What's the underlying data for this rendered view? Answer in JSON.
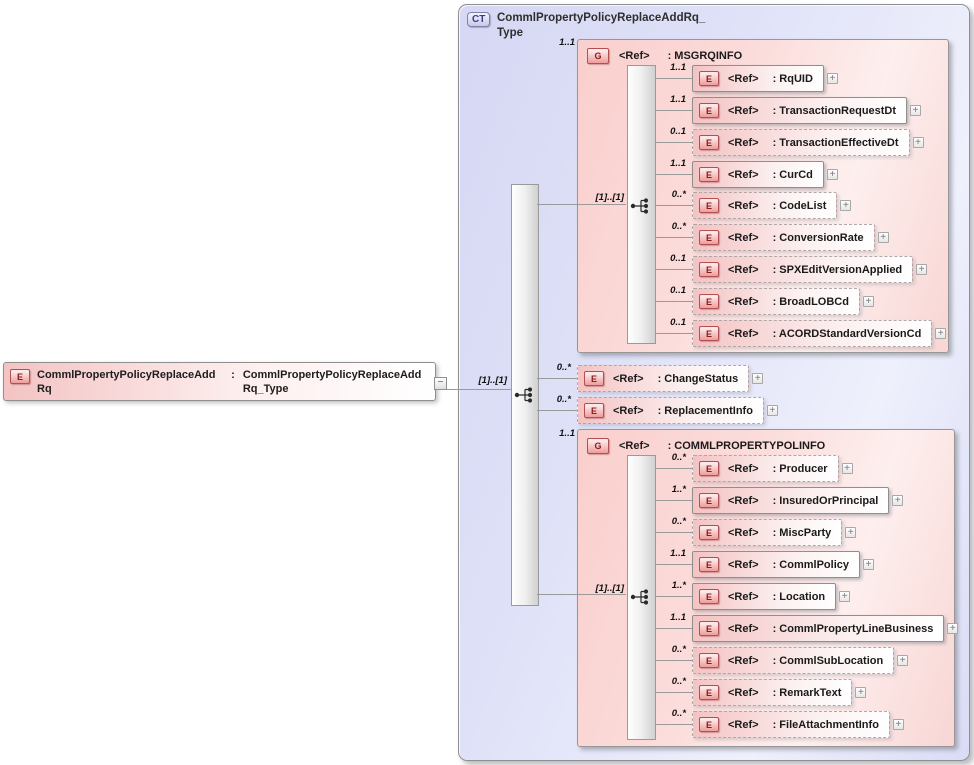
{
  "root_element": {
    "badge": "E",
    "name": "CommlPropertyPolicyReplaceAddRq",
    "separator": ":",
    "type": "CommlPropertyPolicyReplaceAddRq_Type",
    "collapse_glyph": "−"
  },
  "complex_type": {
    "badge": "CT",
    "title": "CommlPropertyPolicyReplaceAddRq_Type",
    "root_cardinality": "[1]..[1]",
    "ref_label": "<Ref>",
    "element_badge": "E",
    "expand_glyph": "+",
    "children": [
      {
        "kind": "group",
        "badge": "G",
        "cardinality": "1..1",
        "inner_cardinality": "[1]..[1]",
        "display_name": ": MSGRQINFO",
        "elements": [
          {
            "cardinality": "1..1",
            "display_name": ": RqUID",
            "optional": false
          },
          {
            "cardinality": "1..1",
            "display_name": ": TransactionRequestDt",
            "optional": false
          },
          {
            "cardinality": "0..1",
            "display_name": ": TransactionEffectiveDt",
            "optional": true
          },
          {
            "cardinality": "1..1",
            "display_name": ": CurCd",
            "optional": false
          },
          {
            "cardinality": "0..*",
            "display_name": ": CodeList",
            "optional": true
          },
          {
            "cardinality": "0..*",
            "display_name": ": ConversionRate",
            "optional": true
          },
          {
            "cardinality": "0..1",
            "display_name": ": SPXEditVersionApplied",
            "optional": true
          },
          {
            "cardinality": "0..1",
            "display_name": ": BroadLOBCd",
            "optional": true
          },
          {
            "cardinality": "0..1",
            "display_name": ": ACORDStandardVersionCd",
            "optional": true
          }
        ]
      },
      {
        "kind": "element",
        "badge": "E",
        "cardinality": "0..*",
        "display_name": ": ChangeStatus",
        "optional": true
      },
      {
        "kind": "element",
        "badge": "E",
        "cardinality": "0..*",
        "display_name": ": ReplacementInfo",
        "optional": true
      },
      {
        "kind": "group",
        "badge": "G",
        "cardinality": "1..1",
        "inner_cardinality": "[1]..[1]",
        "display_name": ": COMMLPROPERTYPOLINFO",
        "elements": [
          {
            "cardinality": "0..*",
            "display_name": ": Producer",
            "optional": true
          },
          {
            "cardinality": "1..*",
            "display_name": ": InsuredOrPrincipal",
            "optional": false
          },
          {
            "cardinality": "0..*",
            "display_name": ": MiscParty",
            "optional": true
          },
          {
            "cardinality": "1..1",
            "display_name": ": CommlPolicy",
            "optional": false
          },
          {
            "cardinality": "1..*",
            "display_name": ": Location",
            "optional": false
          },
          {
            "cardinality": "1..1",
            "display_name": ": CommlPropertyLineBusiness",
            "optional": false
          },
          {
            "cardinality": "0..*",
            "display_name": ": CommlSubLocation",
            "optional": true
          },
          {
            "cardinality": "0..*",
            "display_name": ": RemarkText",
            "optional": true
          },
          {
            "cardinality": "0..*",
            "display_name": ": FileAttachmentInfo",
            "optional": true
          }
        ]
      }
    ]
  },
  "colors": {
    "element_pink": "#f4c3c3",
    "group_pink": "#f9d4d2",
    "container_lavender": "#dcdef6",
    "border_gray": "#8f8f8f",
    "badge_red_border": "#b05050",
    "badge_red_text": "#8b1a1a",
    "ct_badge_text": "#3a3a85"
  }
}
